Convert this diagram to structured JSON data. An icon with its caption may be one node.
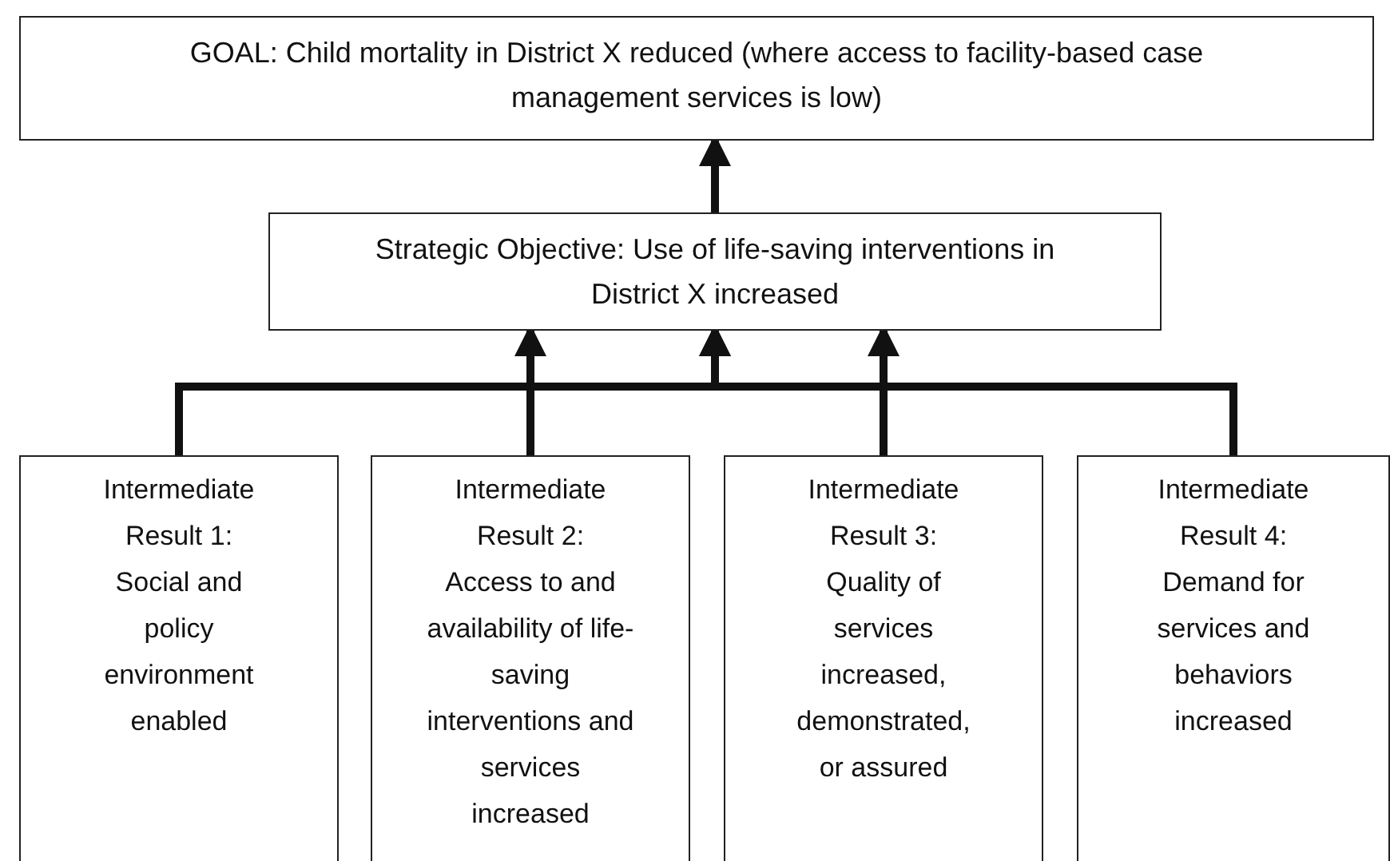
{
  "diagram": {
    "nodes": [
      {
        "text": [
          "GOAL: Child mortality in District X reduced (where access to facility-based case management services is low)"
        ]
      },
      {
        "text": [
          "Strategic Objective: Use of life-saving interventions in District X increased"
        ]
      },
      {
        "text": [
          "Intermediate Result 1:",
          "Social and policy environment enabled"
        ]
      },
      {
        "text": [
          "Intermediate Result 2:",
          "Access to and availability of life-saving interventions and services increased"
        ]
      },
      {
        "text": [
          "Intermediate Result 3:",
          "Quality of services increased, demonstrated, or assured"
        ]
      },
      {
        "text": [
          "Intermediate Result 4:",
          "Demand for services and behaviors increased"
        ]
      }
    ],
    "edges": [
      {
        "from": 1,
        "to": 0,
        "arrow": "to"
      },
      {
        "from": 2,
        "to": 1,
        "arrow": "to"
      },
      {
        "from": 3,
        "to": 1,
        "arrow": "to"
      },
      {
        "from": 4,
        "to": 1,
        "arrow": "to"
      },
      {
        "from": 5,
        "to": 1,
        "arrow": "to"
      }
    ]
  }
}
